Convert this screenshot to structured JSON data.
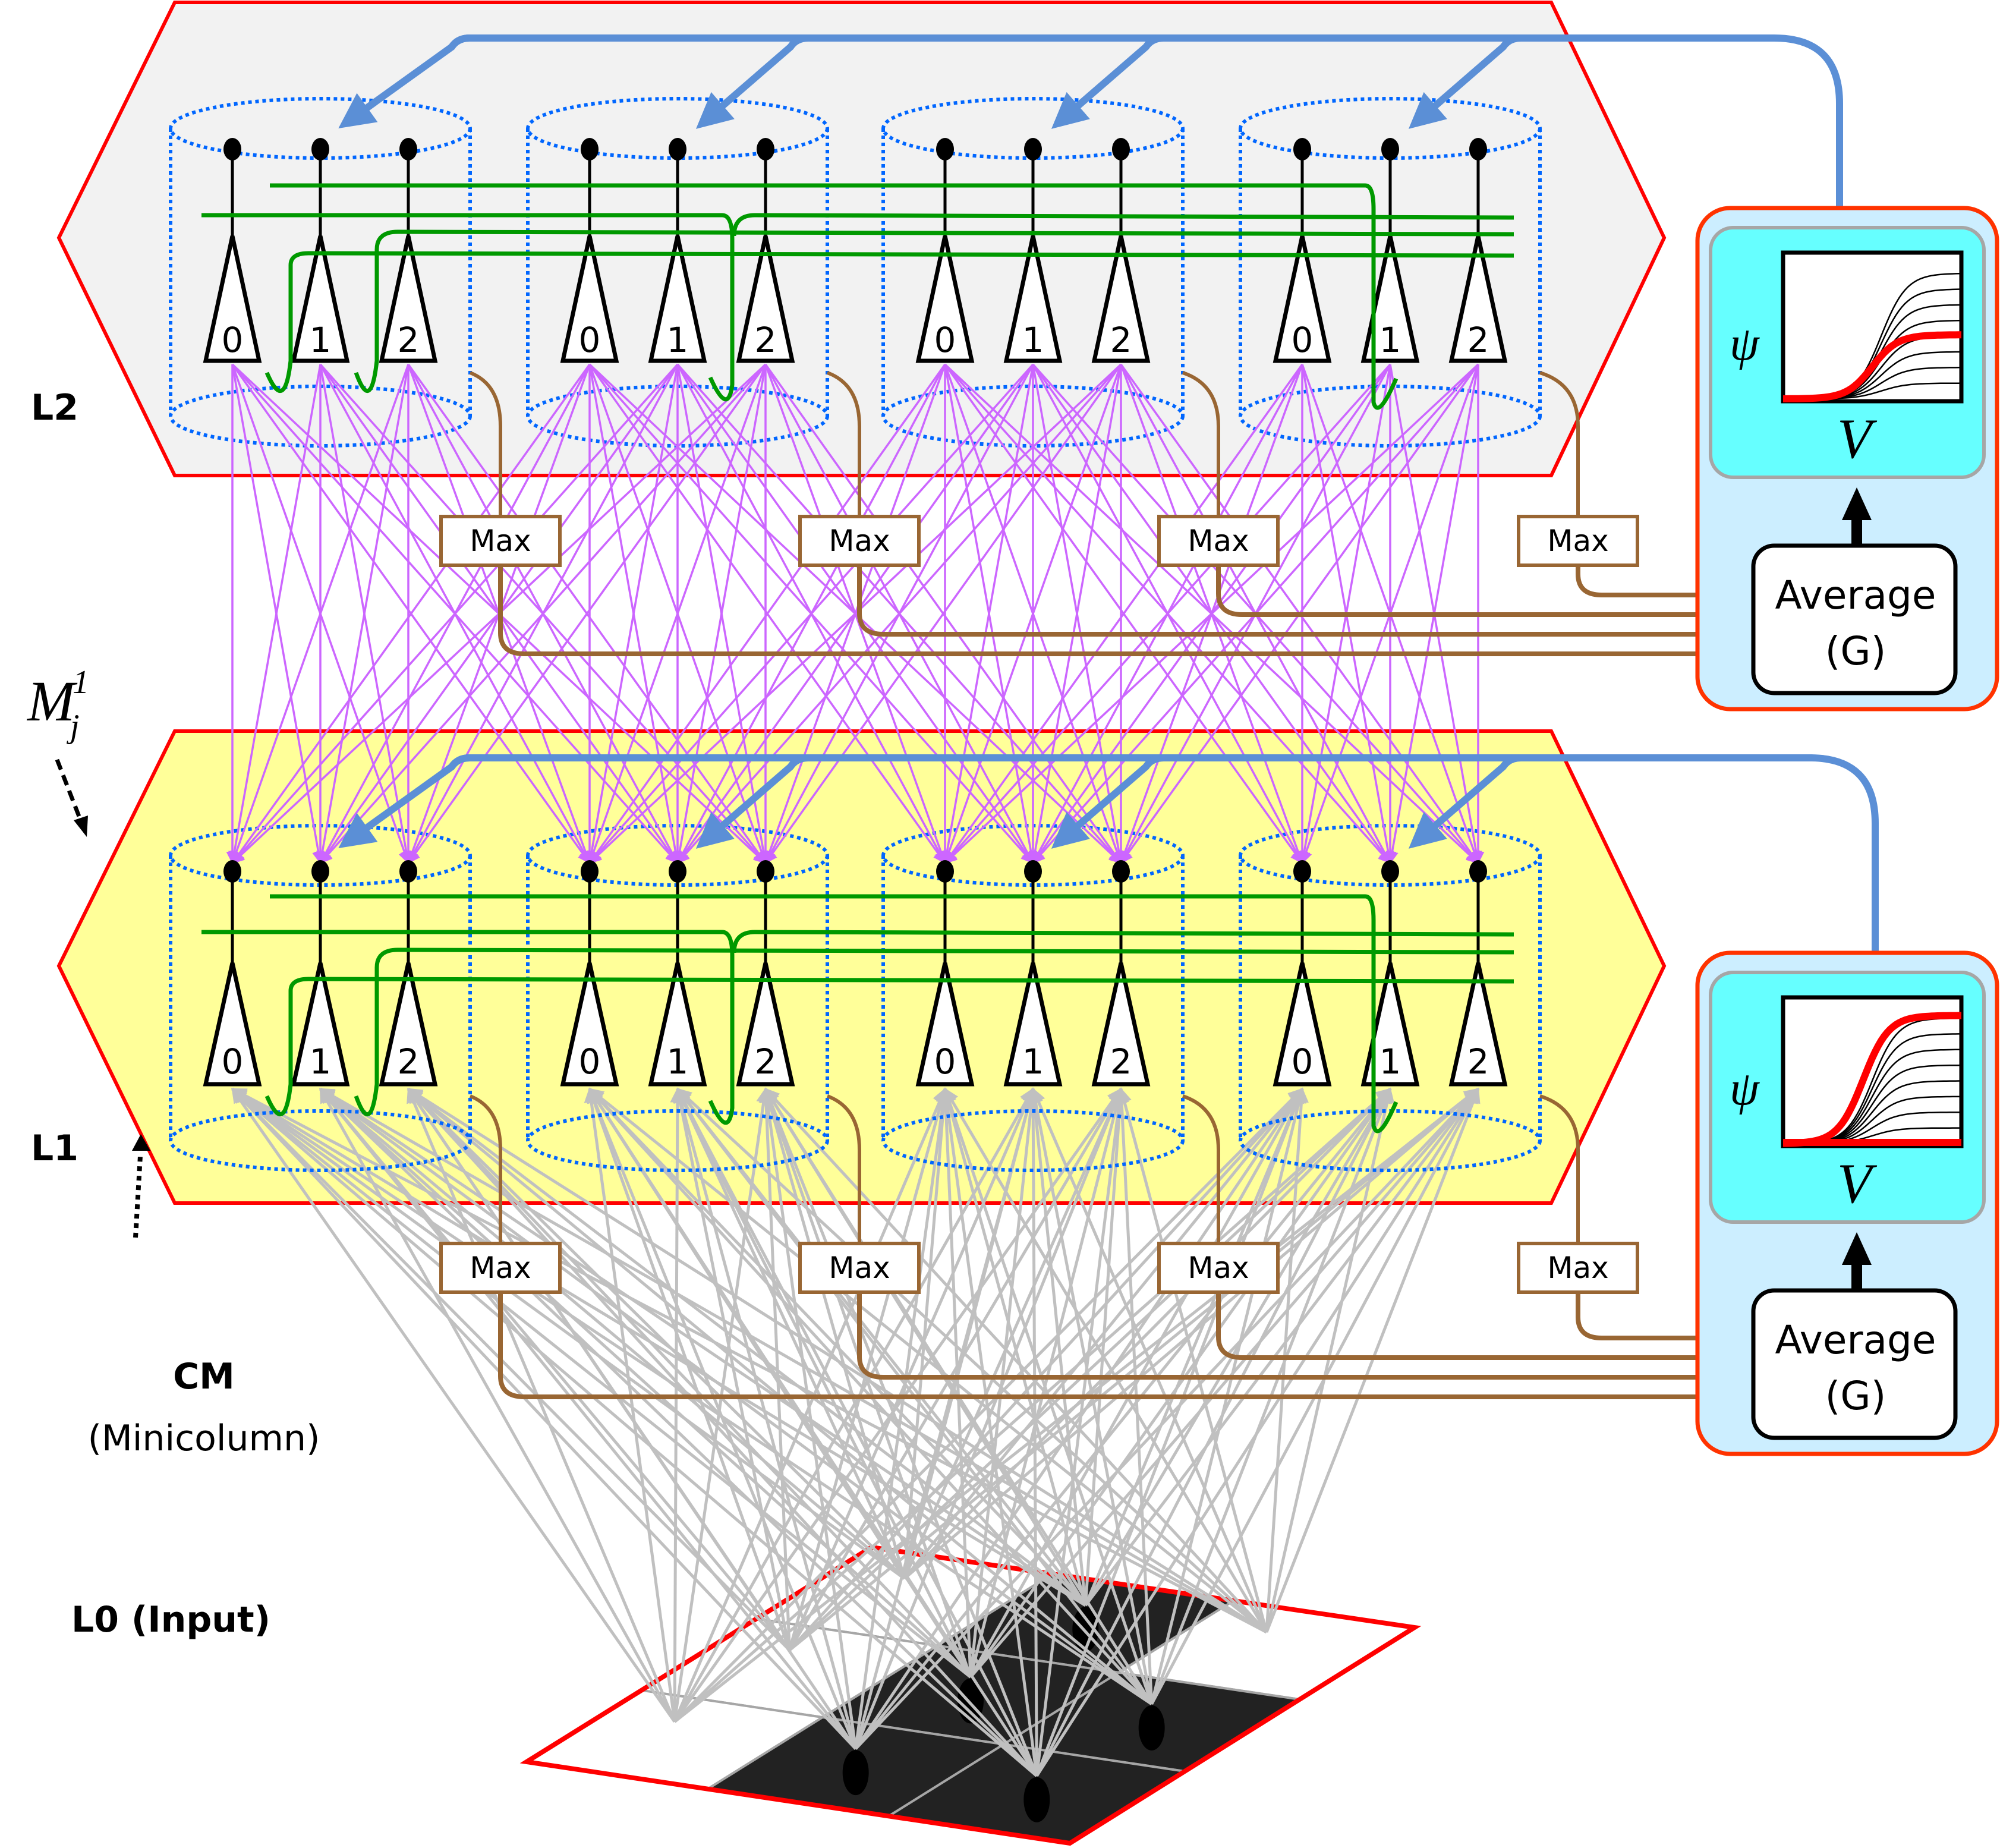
{
  "figure": {
    "layers": [
      {
        "id": "L2",
        "label": "L2",
        "fill": "#f2f2f2",
        "sigmoid_highlight_level": 0.5
      },
      {
        "id": "L1",
        "label": "L1",
        "fill": "#ffff99",
        "sigmoid_highlight_level": 1.0
      }
    ],
    "input_label": "L0 (Input)",
    "minicolumn_label": {
      "title": "CM",
      "subtitle": "(Minicolumn)"
    },
    "macrocolumn_symbol": {
      "base": "M",
      "superscript": "1",
      "subscript": "j"
    },
    "columns_per_layer": 4,
    "neurons_per_column": [
      "0",
      "1",
      "2"
    ],
    "max_label": "Max",
    "average_label": {
      "line1": "Average",
      "line2": "(G)"
    },
    "plot_axes": {
      "y": "ψ",
      "x": "V"
    },
    "input_grid": {
      "rows": 3,
      "cols": 3,
      "cells": [
        [
          0,
          1,
          0
        ],
        [
          0,
          1,
          1
        ],
        [
          0,
          1,
          1
        ]
      ]
    },
    "colors": {
      "layer_border": "#ff0000",
      "feedforward_L1_to_L2": "#cc66ff",
      "feedforward_L0_to_L1": "#c0c0c0",
      "lateral": "#009900",
      "max_route": "#996633",
      "feedback": "#5b8fd6",
      "column_outline": "#0066ff",
      "panel_outer": "#ff3300",
      "panel_fill": "#cceeff",
      "plot_fill": "#66ffff",
      "highlight_curve": "#ff0000"
    }
  }
}
